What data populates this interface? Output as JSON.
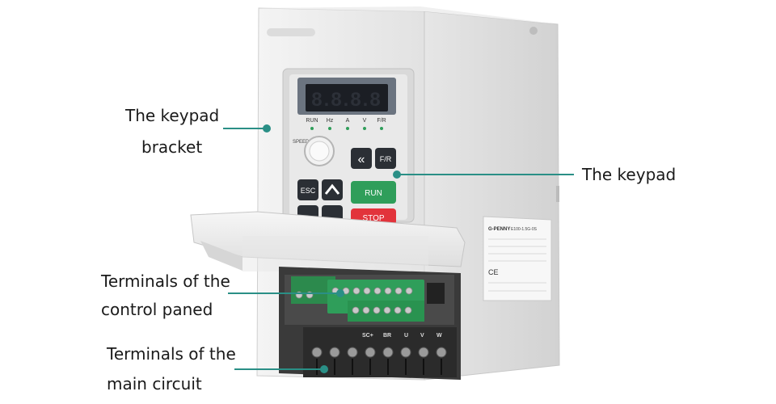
{
  "callouts": {
    "keypad_bracket": {
      "line1": "The keypad",
      "line2": "bracket"
    },
    "keypad": "The keypad",
    "control_terminals": {
      "line1": "Terminals of the",
      "line2": "control paned"
    },
    "main_terminals": {
      "line1": "Terminals of the",
      "line2": "main circuit"
    }
  },
  "display": {
    "digits": "8.8.8.8",
    "indicators": [
      "RUN",
      "Hz",
      "A",
      "V",
      "F/R"
    ],
    "speed_label": "SPEED"
  },
  "keys": {
    "shift": "«",
    "fr": "F/R",
    "esc": "ESC",
    "run": "RUN",
    "stop": "STOP"
  },
  "nameplate": {
    "brand": "G-PENNY",
    "model": "E100-1.5G-0S",
    "ce": "CE"
  },
  "terminal_strip": {
    "main_marks": [
      "SC+",
      "BR",
      "U",
      "V",
      "W"
    ]
  },
  "colors": {
    "accent": "#2a8f86",
    "run_key": "#2f9e5a",
    "stop_key": "#e2333b",
    "housing": "#ebebeb"
  }
}
